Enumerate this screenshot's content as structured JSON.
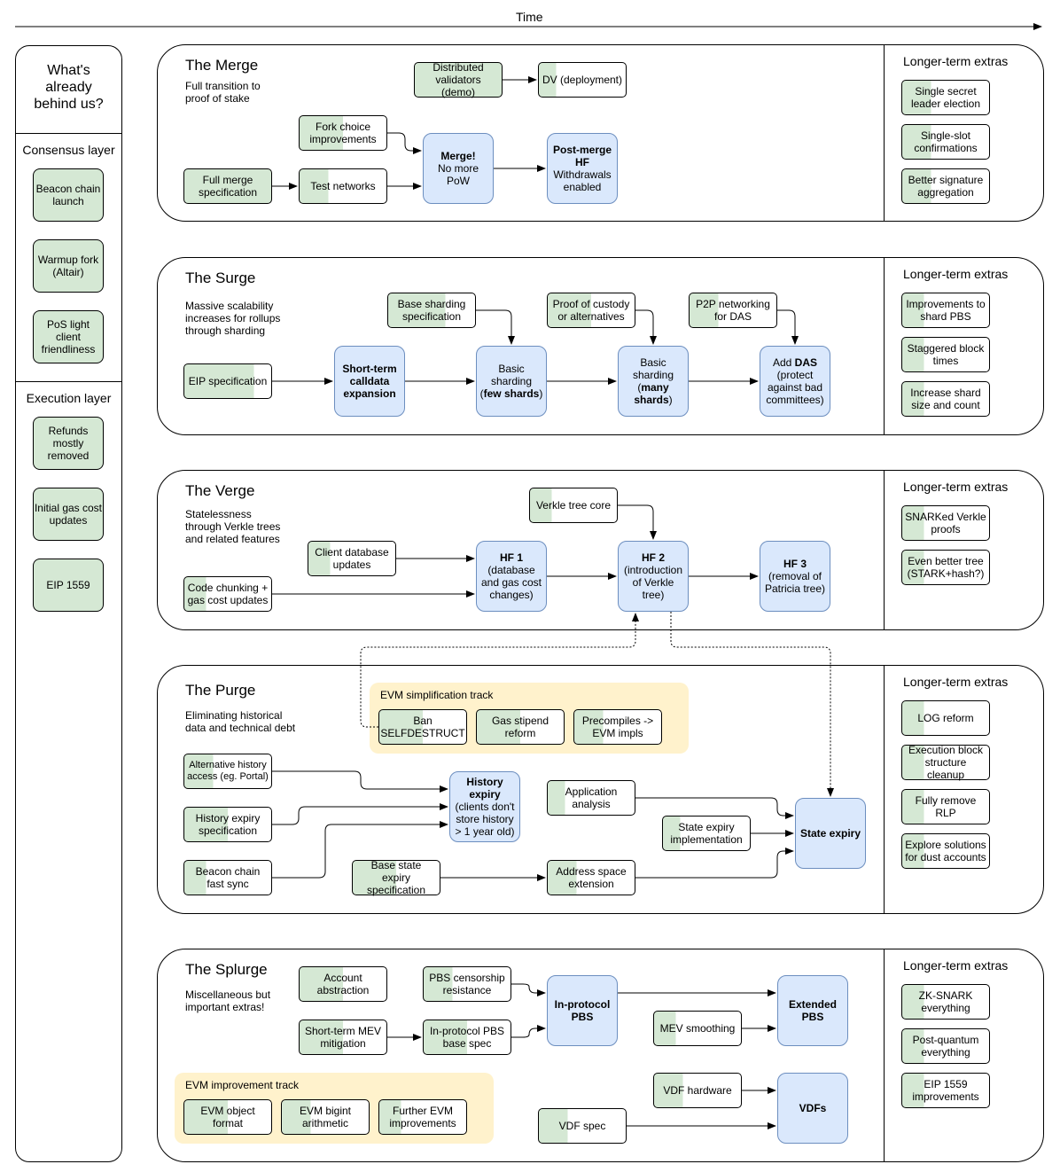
{
  "time_label": "Time",
  "sidebar": {
    "title": "What's already behind us?",
    "consensus_heading": "Consensus layer",
    "consensus_items": [
      "Beacon chain launch",
      "Warmup fork (Altair)",
      "PoS light client friendliness"
    ],
    "execution_heading": "Execution layer",
    "execution_items": [
      "Refunds mostly removed",
      "Initial gas cost updates",
      "EIP 1559"
    ]
  },
  "longer_term_label": "Longer-term extras",
  "merge": {
    "title": "The Merge",
    "description": "Full transition to proof of stake",
    "nodes": {
      "distributed_validators": "Distributed validators (demo)",
      "dv_deployment": "DV (deployment)",
      "fork_choice": "Fork choice improvements",
      "full_merge_spec": "Full merge specification",
      "test_networks": "Test networks",
      "merge_title": "Merge!",
      "merge_sub": "No more PoW",
      "post_merge_title": "Post-merge HF",
      "post_merge_sub": "Withdrawals enabled"
    },
    "extras": [
      "Single secret leader election",
      "Single-slot confirmations",
      "Better signature aggregation"
    ]
  },
  "surge": {
    "title": "The Surge",
    "description": "Massive scalability increases for rollups through sharding",
    "nodes": {
      "base_sharding_spec": "Base sharding specification",
      "proof_of_custody": "Proof of custody or alternatives",
      "p2p_das": "P2P networking for DAS",
      "eip_spec": "EIP specification",
      "calldata": "Short-term calldata expansion",
      "basic_few_a": "Basic sharding (",
      "basic_few_b": "few shards",
      "basic_few_c": ")",
      "basic_many_a": "Basic sharding (",
      "basic_many_b": "many shards",
      "basic_many_c": ")",
      "das_a": "Add ",
      "das_b": "DAS",
      "das_c": " (protect against bad committees)"
    },
    "extras": [
      "Improvements to shard PBS",
      "Staggered block times",
      "Increase shard size and count"
    ]
  },
  "verge": {
    "title": "The Verge",
    "description": "Statelessness through Verkle trees and related features",
    "nodes": {
      "verkle_core": "Verkle tree core",
      "client_db": "Client database updates",
      "code_chunking": "Code chunking + gas cost updates",
      "hf1_title": "HF 1",
      "hf1_sub": "(database and gas cost changes)",
      "hf2_title": "HF 2",
      "hf2_sub": "(introduction of Verkle tree)",
      "hf3_title": "HF 3",
      "hf3_sub": "(removal of Patricia tree)"
    },
    "extras": [
      "SNARKed Verkle proofs",
      "Even better tree (STARK+hash?)"
    ]
  },
  "purge": {
    "title": "The Purge",
    "description": "Eliminating historical data and technical debt",
    "track_label": "EVM simplification track",
    "nodes": {
      "ban_selfdestruct": "Ban SELFDESTRUCT",
      "gas_stipend": "Gas stipend reform",
      "precompiles": "Precompiles -> EVM impls",
      "alt_history": "Alternative history access (eg. Portal)",
      "history_expiry_spec": "History expiry specification",
      "beacon_fast_sync": "Beacon chain fast sync",
      "history_expiry_title": "History expiry",
      "history_expiry_sub": "(clients don't store history > 1 year old)",
      "app_analysis": "Application analysis",
      "state_expiry_impl": "State expiry implementation",
      "base_state_expiry_spec": "Base state expiry specification",
      "address_space": "Address space extension",
      "state_expiry": "State expiry"
    },
    "extras": [
      "LOG reform",
      "Execution block structure cleanup",
      "Fully remove RLP",
      "Explore solutions for dust accounts"
    ]
  },
  "splurge": {
    "title": "The Splurge",
    "description": "Miscellaneous but important extras!",
    "track_label": "EVM improvement track",
    "nodes": {
      "account_abstraction": "Account abstraction",
      "pbs_censorship": "PBS censorship resistance",
      "short_term_mev": "Short-term MEV mitigation",
      "inprotocol_pbs_spec": "In-protocol PBS base spec",
      "inprotocol_pbs": "In-protocol PBS",
      "extended_pbs": "Extended PBS",
      "mev_smoothing": "MEV smoothing",
      "vdf_hardware": "VDF hardware",
      "vdf_spec": "VDF spec",
      "vdfs": "VDFs",
      "evm_object_format": "EVM object format",
      "evm_bigint": "EVM bigint arithmetic",
      "further_evm": "Further EVM improvements"
    },
    "extras": [
      "ZK-SNARK everything",
      "Post-quantum everything",
      "EIP 1559 improvements"
    ]
  }
}
